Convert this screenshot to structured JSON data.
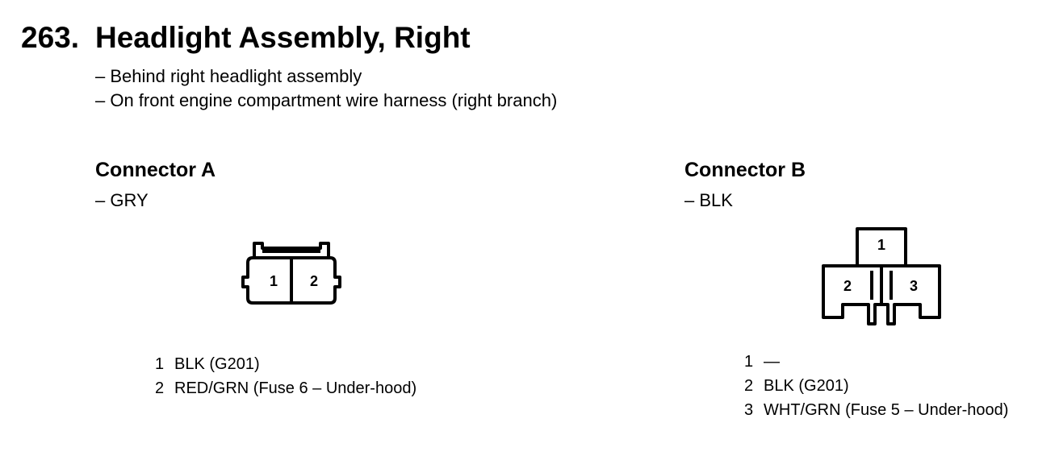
{
  "title": {
    "number": "263.",
    "text": "Headlight Assembly, Right"
  },
  "locations": [
    "– Behind right headlight assembly",
    "– On front engine compartment wire harness (right branch)"
  ],
  "connectors": [
    {
      "title": "Connector A",
      "color": "– GRY",
      "cavity_labels": [
        "1",
        "2"
      ],
      "pins": [
        {
          "pin": "1",
          "wire": "BLK (G201)"
        },
        {
          "pin": "2",
          "wire": "RED/GRN (Fuse 6 – Under-hood)"
        }
      ]
    },
    {
      "title": "Connector B",
      "color": "– BLK",
      "cavity_labels": [
        "1",
        "2",
        "3"
      ],
      "pins": [
        {
          "pin": "1",
          "wire": "—"
        },
        {
          "pin": "2",
          "wire": "BLK (G201)"
        },
        {
          "pin": "3",
          "wire": "WHT/GRN (Fuse 5 – Under-hood)"
        }
      ]
    }
  ]
}
